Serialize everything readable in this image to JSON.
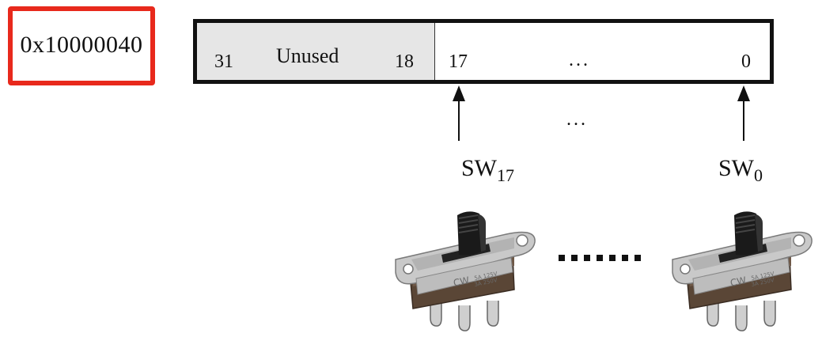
{
  "address": {
    "text": "0x10000040",
    "highlight_color": "#e8291c"
  },
  "register": {
    "unused_range": {
      "high_bit": "31",
      "label": "Unused",
      "low_bit": "18"
    },
    "used_range": {
      "high_bit": "17",
      "ellipsis": "...",
      "low_bit": "0"
    },
    "unused_fill": "#e6e6e6"
  },
  "connector_ellipsis": "...",
  "switches": [
    {
      "base": "SW",
      "sub": "17"
    },
    {
      "base": "SW",
      "sub": "0"
    }
  ],
  "switch_icon": "slide-switch-icon",
  "switch_markings": {
    "line1": "CW",
    "line2": "5A 125V",
    "line3": "3A 250V"
  },
  "switch_sequence_separator": "dotted-ellipsis"
}
